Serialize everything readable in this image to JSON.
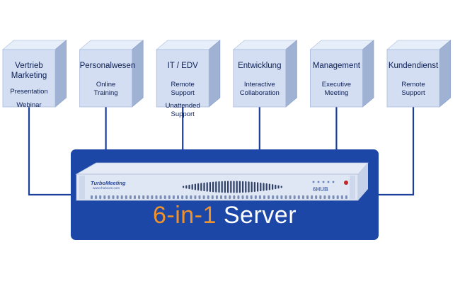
{
  "departments": [
    {
      "name": "Vertrieb\nMarketing",
      "features": [
        "Presentation",
        "Webinar"
      ]
    },
    {
      "name": "Personalwesen",
      "features": [
        "Online\nTraining"
      ]
    },
    {
      "name": "IT / EDV",
      "features": [
        "Remote\nSupport",
        "Unattended\nSupport"
      ]
    },
    {
      "name": "Entwicklung",
      "features": [
        "Interactive\nCollaboration"
      ]
    },
    {
      "name": "Management",
      "features": [
        "Executive\nMeeting"
      ]
    },
    {
      "name": "Kundendienst",
      "features": [
        "Remote\nSupport"
      ]
    }
  ],
  "server": {
    "label_number": "6-in-1",
    "label_word": "Server",
    "brand": "TurboMeeting",
    "brand_url": "www.rhubcom.com",
    "model_tag": "6HUB"
  },
  "colors": {
    "cube_front": "#d3def2",
    "cube_top": "#e6eef9",
    "cube_side": "#9fb2d4",
    "connector": "#1b3f9a",
    "server_panel": "#1c47a6",
    "text": "#0d1f57",
    "accent_orange": "#f0922a"
  }
}
